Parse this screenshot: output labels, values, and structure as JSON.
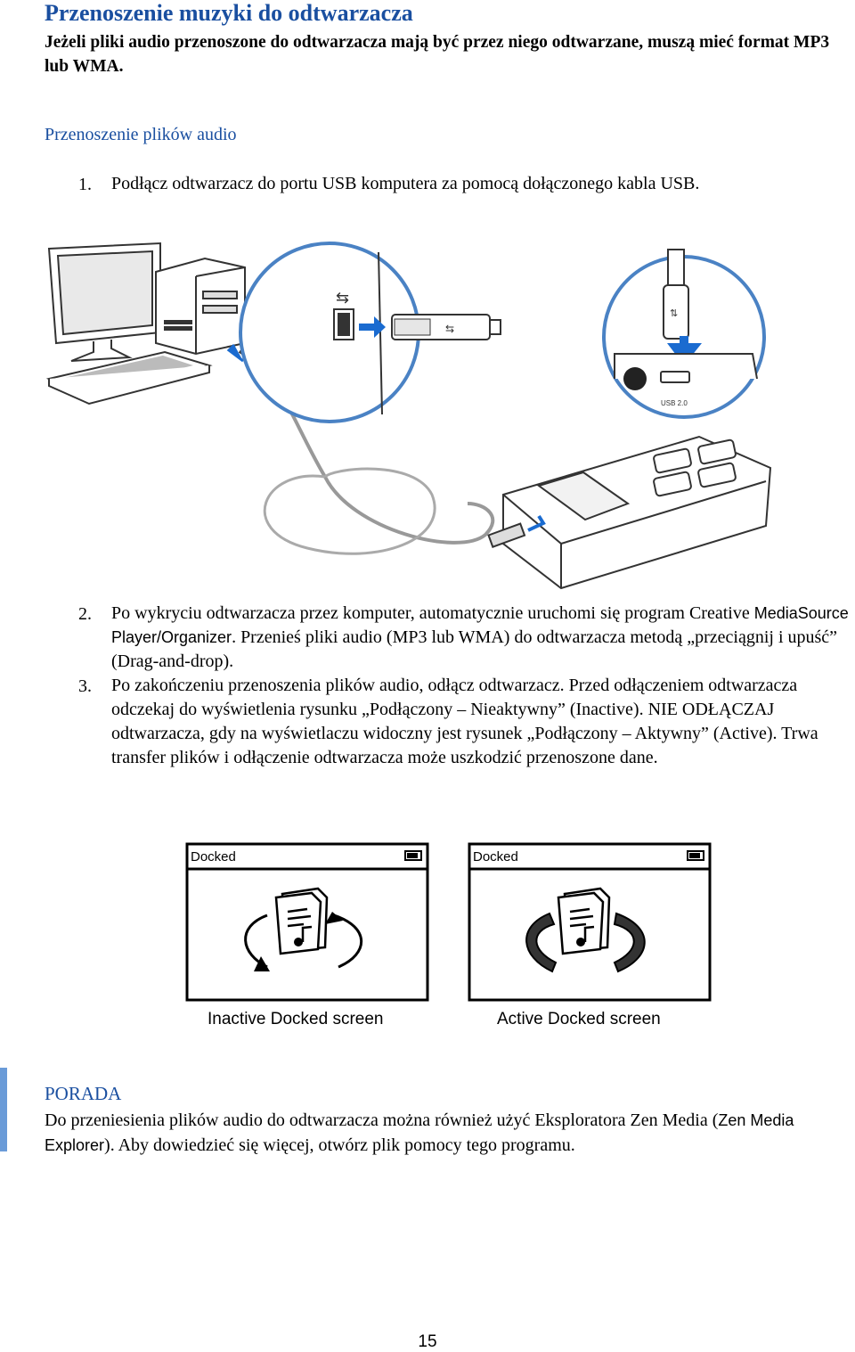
{
  "heading": "Przenoszenie muzyki do odtwarzacza",
  "intro": "Jeżeli pliki audio przenoszone do odtwarzacza mają być przez niego odtwarzane, muszą mieć format MP3 lub WMA.",
  "subheading": "Przenoszenie plików audio",
  "steps": [
    {
      "num": "1.",
      "text": "Podłącz odtwarzacz do portu USB komputera za pomocą dołączonego kabla USB."
    },
    {
      "num": "2.",
      "text_a": "Po wykryciu odtwarzacza przez komputer, automatycznie uruchomi się program Creative ",
      "text_sans": "MediaSource Player/Organizer",
      "text_b": ". Przenieś pliki audio (MP3 lub WMA) do odtwarzacza metodą „przeciągnij i upuść” (Drag-and-drop)."
    },
    {
      "num": "3.",
      "text": "Po zakończeniu przenoszenia plików audio, odłącz odtwarzacz. Przed odłączeniem odtwarzacza odczekaj do wyświetlenia rysunku „Podłączony – Nieaktywny” (Inactive). NIE ODŁĄCZAJ odtwarzacza, gdy na wyświetlaczu widoczny jest rysunek „Podłączony – Aktywny” (Active). Trwa transfer plików i odłączenie odtwarzacza może uszkodzić przenoszone dane."
    }
  ],
  "usb_label": "USB 2.0",
  "screens": [
    {
      "header": "Docked",
      "caption": "Inactive Docked screen"
    },
    {
      "header": "Docked",
      "caption": "Active Docked screen"
    }
  ],
  "tip": {
    "label": "PORADA",
    "text_a": "Do przeniesienia plików audio do odtwarzacza można również użyć Eksploratora Zen Media (",
    "text_sans": "Zen Media Explorer",
    "text_b": "). Aby dowiedzieć się więcej, otwórz plik pomocy tego programu."
  },
  "page_number": "15"
}
